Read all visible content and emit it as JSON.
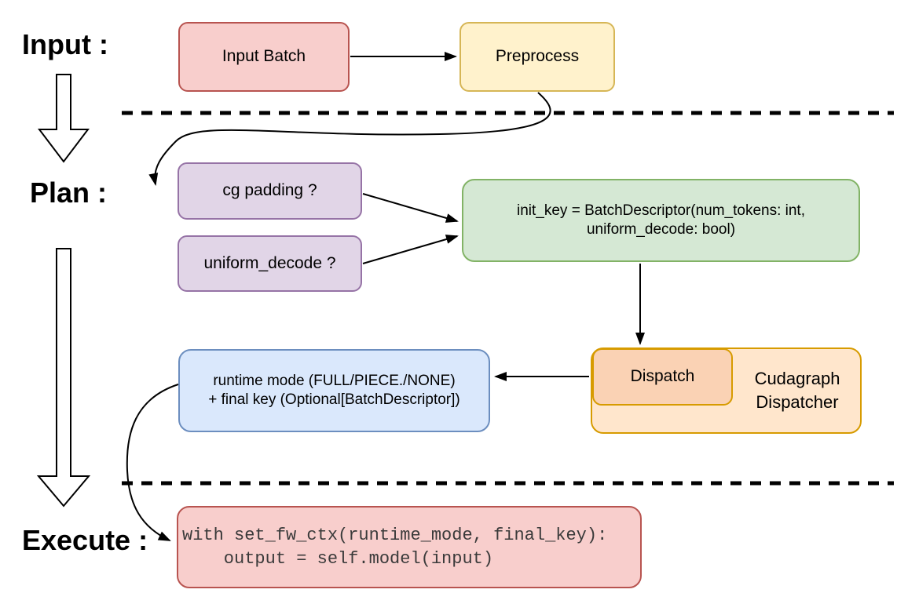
{
  "stages": {
    "input": "Input :",
    "plan": "Plan :",
    "execute": "Execute :"
  },
  "nodes": {
    "input_batch": {
      "label": "Input Batch",
      "fill": "#F8CECC",
      "stroke": "#B85450"
    },
    "preprocess": {
      "label": "Preprocess",
      "fill": "#FFF2CC",
      "stroke": "#D6B656"
    },
    "cg_padding": {
      "label": "cg padding ?",
      "fill": "#E1D5E7",
      "stroke": "#9673A6"
    },
    "uniform_decode": {
      "label": "uniform_decode ?",
      "fill": "#E1D5E7",
      "stroke": "#9673A6"
    },
    "init_key": {
      "label": "init_key = BatchDescriptor(num_tokens: int, uniform_decode: bool)",
      "fill": "#D5E8D4",
      "stroke": "#82B366"
    },
    "runtime_mode": {
      "label": "runtime mode (FULL/PIECE./NONE)\n+ final key (Optional[BatchDescriptor])",
      "fill": "#DAE8FC",
      "stroke": "#6C8EBF"
    },
    "dispatch": {
      "label": "Dispatch",
      "fill": "#FAD2B4",
      "stroke": "#D79B00"
    },
    "cudagraph_dispatcher": {
      "label": "Cudagraph Dispatcher",
      "fill": "#FFE6CC",
      "stroke": "#D79B00"
    },
    "execute_code": {
      "label": "with set_fw_ctx(runtime_mode, final_key):\n    output = self.model(input)",
      "fill": "#F8CECC",
      "stroke": "#B85450",
      "text_color": "#3A3A3A"
    }
  },
  "edges": [
    {
      "from": "input_batch",
      "to": "preprocess",
      "style": "straight"
    },
    {
      "from": "preprocess",
      "to": "cg_padding",
      "style": "curved"
    },
    {
      "from": "cg_padding",
      "to": "init_key",
      "style": "straight"
    },
    {
      "from": "uniform_decode",
      "to": "init_key",
      "style": "straight"
    },
    {
      "from": "init_key",
      "to": "dispatch",
      "style": "straight"
    },
    {
      "from": "dispatch",
      "to": "runtime_mode",
      "style": "straight"
    },
    {
      "from": "runtime_mode",
      "to": "execute_code",
      "style": "curved"
    },
    {
      "from": "stage_input",
      "to": "stage_plan",
      "style": "hollow-arrow"
    },
    {
      "from": "stage_plan",
      "to": "stage_execute",
      "style": "hollow-arrow"
    }
  ],
  "dividers": {
    "count": 2,
    "style": "black dashed horizontal line",
    "color": "#000000"
  }
}
